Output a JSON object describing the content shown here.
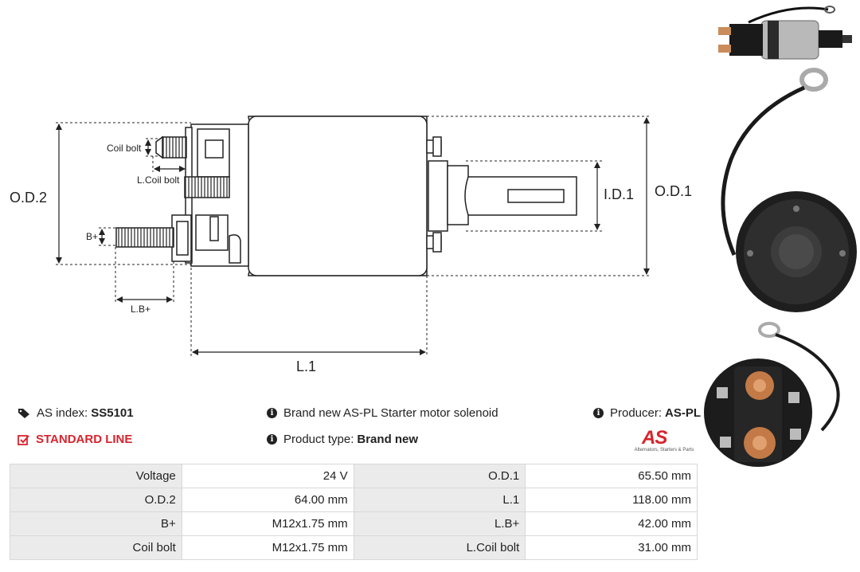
{
  "drawing": {
    "labels": {
      "od2": "O.D.2",
      "od1": "O.D.1",
      "id1": "I.D.1",
      "l1": "L.1",
      "coil_bolt": "Coil bolt",
      "l_coil_bolt": "L.Coil bolt",
      "b_plus": "B+",
      "l_b_plus": "L.B+"
    }
  },
  "info": {
    "as_index_label": "AS index:",
    "as_index_value": "SS5101",
    "line": "STANDARD LINE",
    "description": "Brand new AS-PL Starter motor solenoid",
    "product_type_label": "Product type:",
    "product_type_value": "Brand new",
    "producer_label": "Producer:",
    "producer_value": "AS-PL",
    "logo_mark": "AS",
    "logo_tagline": "Alternators, Starters & Parts"
  },
  "specs": [
    {
      "k1": "Voltage",
      "v1": "24 V",
      "k2": "O.D.1",
      "v2": "65.50 mm"
    },
    {
      "k1": "O.D.2",
      "v1": "64.00 mm",
      "k2": "L.1",
      "v2": "118.00 mm"
    },
    {
      "k1": "B+",
      "v1": "M12x1.75 mm",
      "k2": "L.B+",
      "v2": "42.00 mm"
    },
    {
      "k1": "Coil bolt",
      "v1": "M12x1.75 mm",
      "k2": "L.Coil bolt",
      "v2": "31.00 mm"
    }
  ],
  "colors": {
    "brand_red": "#d9232d",
    "table_key_bg": "#ebebeb"
  }
}
